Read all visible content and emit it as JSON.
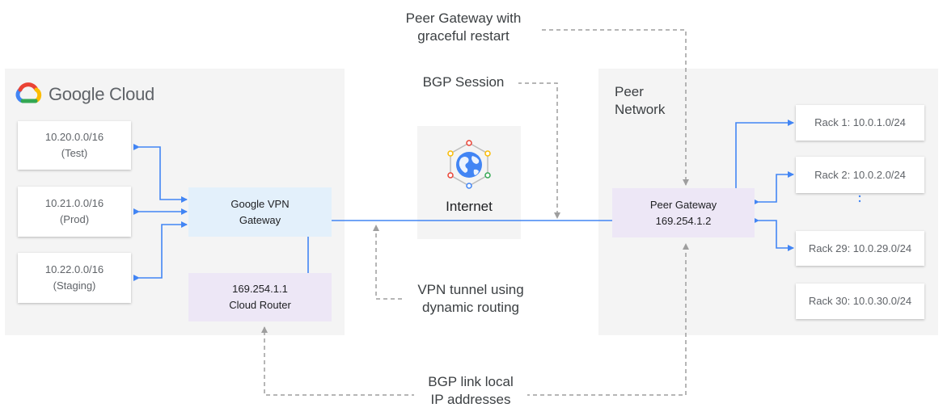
{
  "google_cloud": {
    "title": "Google Cloud"
  },
  "subnets": [
    {
      "cidr": "10.20.0.0/16",
      "name": "(Test)"
    },
    {
      "cidr": "10.21.0.0/16",
      "name": "(Prod)"
    },
    {
      "cidr": "10.22.0.0/16",
      "name": "(Staging)"
    }
  ],
  "vpn_gateway": {
    "line1": "Google VPN",
    "line2": "Gateway"
  },
  "cloud_router": {
    "ip": "169.254.1.1",
    "name": "Cloud Router"
  },
  "internet": {
    "label": "Internet"
  },
  "peer_network": {
    "line1": "Peer",
    "line2": "Network"
  },
  "peer_gateway": {
    "name": "Peer Gateway",
    "ip": "169.254.1.2"
  },
  "racks": [
    {
      "label": "Rack 1: 10.0.1.0/24"
    },
    {
      "label": "Rack 2: 10.0.2.0/24"
    },
    {
      "label": "Rack 29: 10.0.29.0/24"
    },
    {
      "label": "Rack 30: 10.0.30.0/24"
    }
  ],
  "annotations": {
    "peer_gateway_restart": {
      "line1": "Peer Gateway with",
      "line2": "graceful restart"
    },
    "bgp_session": "BGP Session",
    "vpn_tunnel": {
      "line1": "VPN tunnel using",
      "line2": "dynamic routing"
    },
    "bgp_link_local": {
      "line1": "BGP link local",
      "line2": "IP addresses"
    }
  },
  "colors": {
    "link": "#4285f4",
    "dashed": "#9e9e9e",
    "vpn_fill": "#e3f0fb",
    "router_fill": "#ede7f6",
    "panel": "#f4f4f4"
  }
}
